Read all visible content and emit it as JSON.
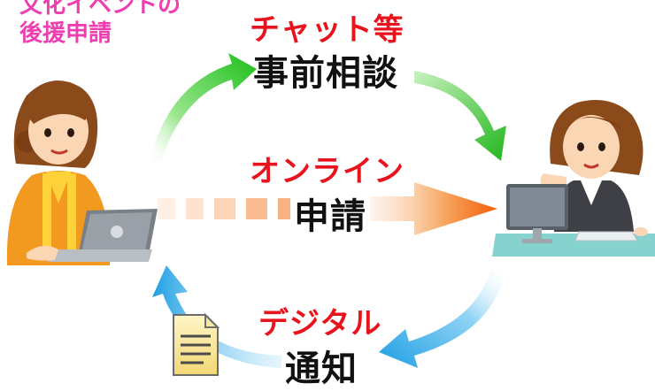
{
  "caption": {
    "line1": "文化イベントの",
    "line2": "後援申請"
  },
  "steps": [
    {
      "method": "チャット等",
      "action": "事前相談"
    },
    {
      "method": "オンライン",
      "action": "申請"
    },
    {
      "method": "デジタル",
      "action": "通知"
    }
  ],
  "colors": {
    "caption": "#ee3fb0",
    "method_text": "#e8141d",
    "green_arrow": "#22c01e",
    "orange_arrow": "#f36a12",
    "blue_arrow": "#2aa9e8"
  },
  "icons": [
    "applicant-illustration",
    "laptop-icon",
    "staff-illustration",
    "monitor-icon",
    "document-icon"
  ]
}
